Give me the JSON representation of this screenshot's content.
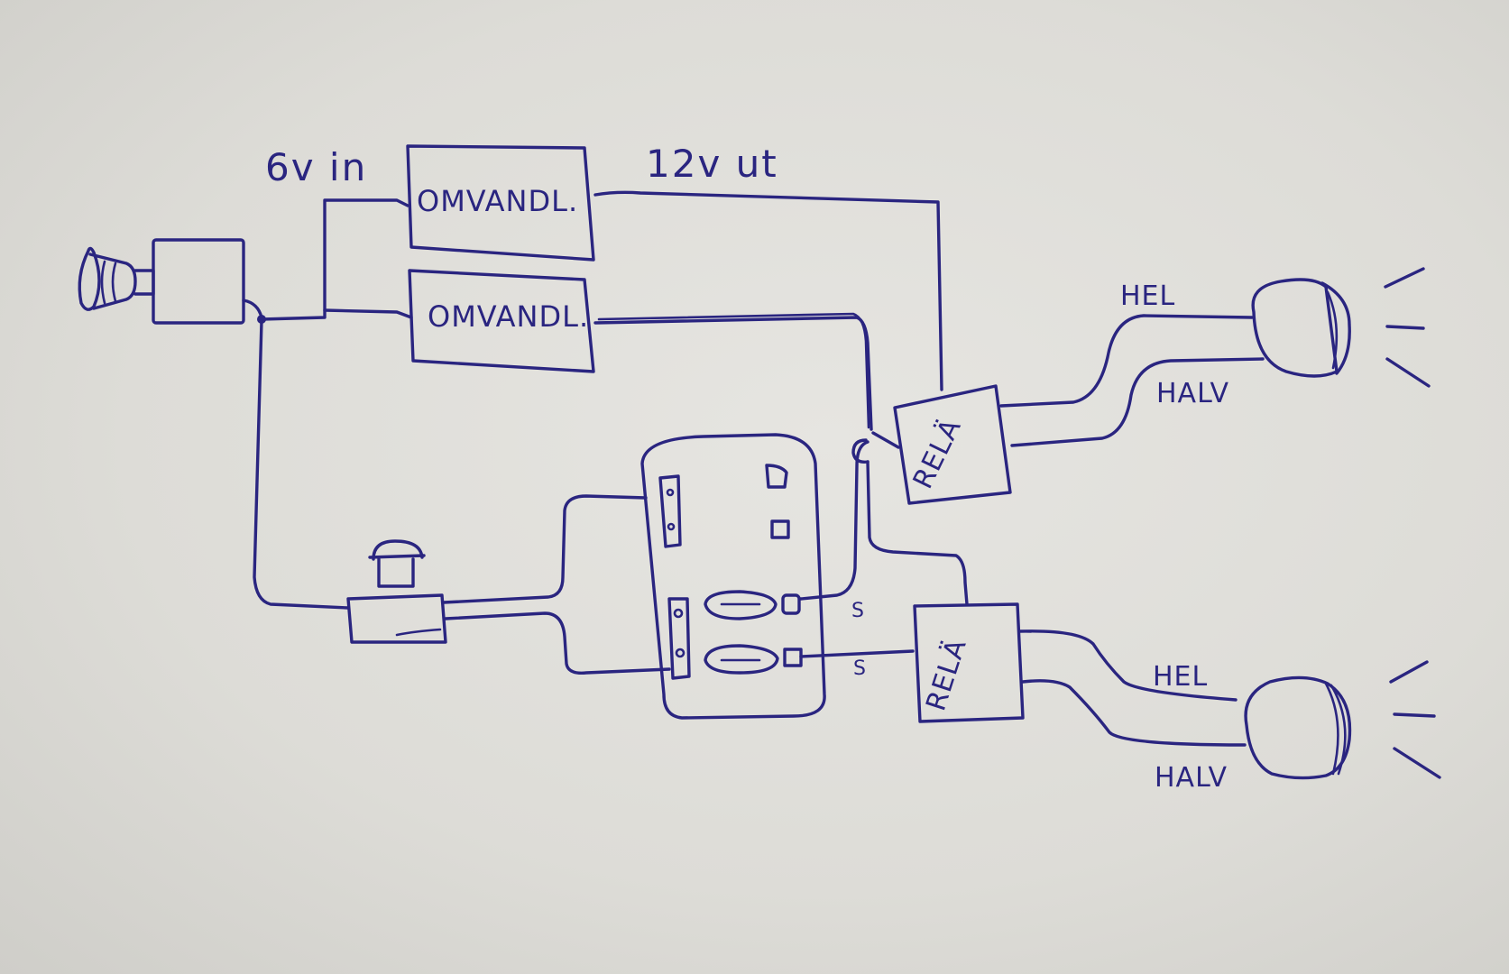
{
  "diagram": {
    "input_label": "6v in",
    "output_label": "12v ut",
    "converter_top_label": "OMVANDL.",
    "converter_bottom_label": "OMVANDL.",
    "relay_top_label": "RELÄ",
    "relay_bottom_label": "RELÄ",
    "lamp_top_high_label": "HEL",
    "lamp_top_low_label": "HALV",
    "lamp_bottom_high_label": "HEL",
    "lamp_bottom_low_label": "HALV",
    "switch_top_terminal_label": "S",
    "switch_bottom_terminal_label": "S"
  },
  "colors": {
    "ink": "#2a2580",
    "paper": "#e2e1dc"
  }
}
